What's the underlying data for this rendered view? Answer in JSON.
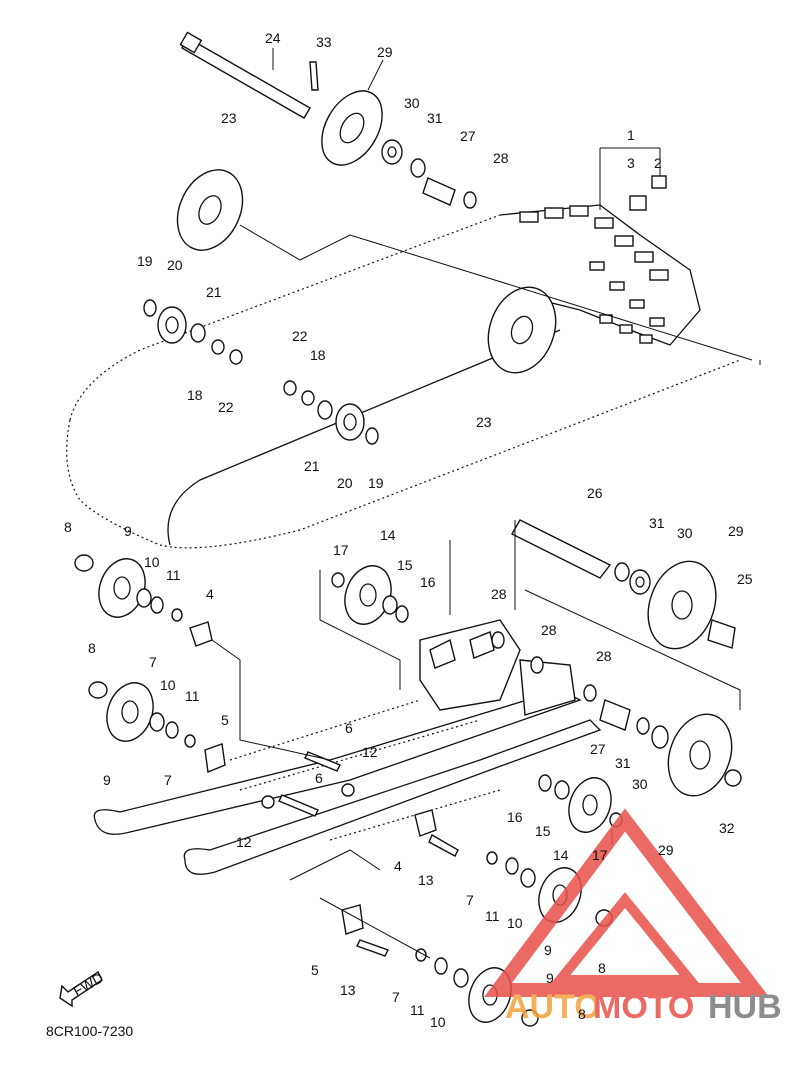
{
  "diagram": {
    "code": "8CR100-7230",
    "fwd_label": "FWD",
    "watermark": {
      "part1": "AUTO",
      "part2": "MOTO",
      "part3": "HUB",
      "color_red": "#e8524a",
      "color_orange": "#f2a23a",
      "color_gray": "#7a7a7a"
    },
    "labels": [
      {
        "id": "l24a",
        "text": "24"
      },
      {
        "id": "l33",
        "text": "33"
      },
      {
        "id": "l29a",
        "text": "29"
      },
      {
        "id": "l30a",
        "text": "30"
      },
      {
        "id": "l31a",
        "text": "31"
      },
      {
        "id": "l27a",
        "text": "27"
      },
      {
        "id": "l28a",
        "text": "28"
      },
      {
        "id": "l1",
        "text": "1"
      },
      {
        "id": "l3",
        "text": "3"
      },
      {
        "id": "l2",
        "text": "2"
      },
      {
        "id": "l23a",
        "text": "23"
      },
      {
        "id": "l19a",
        "text": "19"
      },
      {
        "id": "l20a",
        "text": "20"
      },
      {
        "id": "l21a",
        "text": "21"
      },
      {
        "id": "l18a",
        "text": "18"
      },
      {
        "id": "l22a",
        "text": "22"
      },
      {
        "id": "l22b",
        "text": "22"
      },
      {
        "id": "l18b",
        "text": "18"
      },
      {
        "id": "l21b",
        "text": "21"
      },
      {
        "id": "l20b",
        "text": "20"
      },
      {
        "id": "l19b",
        "text": "19"
      },
      {
        "id": "l23b",
        "text": "23"
      },
      {
        "id": "l8a",
        "text": "8"
      },
      {
        "id": "l9a",
        "text": "9"
      },
      {
        "id": "l10a",
        "text": "10"
      },
      {
        "id": "l11a",
        "text": "11"
      },
      {
        "id": "l4a",
        "text": "4"
      },
      {
        "id": "l7a",
        "text": "7"
      },
      {
        "id": "l17a",
        "text": "17"
      },
      {
        "id": "l14a",
        "text": "14"
      },
      {
        "id": "l15a",
        "text": "15"
      },
      {
        "id": "l16a",
        "text": "16"
      },
      {
        "id": "l26",
        "text": "26"
      },
      {
        "id": "l31b",
        "text": "31"
      },
      {
        "id": "l30b",
        "text": "30"
      },
      {
        "id": "l29b",
        "text": "29"
      },
      {
        "id": "l25",
        "text": "25"
      },
      {
        "id": "l28b",
        "text": "28"
      },
      {
        "id": "l28c",
        "text": "28"
      },
      {
        "id": "l28d",
        "text": "28"
      },
      {
        "id": "l8b",
        "text": "8"
      },
      {
        "id": "l10b",
        "text": "10"
      },
      {
        "id": "l11b",
        "text": "11"
      },
      {
        "id": "l9b",
        "text": "9"
      },
      {
        "id": "l7b",
        "text": "7"
      },
      {
        "id": "l5a",
        "text": "5"
      },
      {
        "id": "l6a",
        "text": "6"
      },
      {
        "id": "l12a",
        "text": "12"
      },
      {
        "id": "l6b",
        "text": "6"
      },
      {
        "id": "l12b",
        "text": "12"
      },
      {
        "id": "l27b",
        "text": "27"
      },
      {
        "id": "l31c",
        "text": "31"
      },
      {
        "id": "l30c",
        "text": "30"
      },
      {
        "id": "l29c",
        "text": "29"
      },
      {
        "id": "l32",
        "text": "32"
      },
      {
        "id": "l16b",
        "text": "16"
      },
      {
        "id": "l15b",
        "text": "15"
      },
      {
        "id": "l14b",
        "text": "14"
      },
      {
        "id": "l17b",
        "text": "17"
      },
      {
        "id": "l4b",
        "text": "4"
      },
      {
        "id": "l13a",
        "text": "13"
      },
      {
        "id": "l7c",
        "text": "7"
      },
      {
        "id": "l11c",
        "text": "11"
      },
      {
        "id": "l10c",
        "text": "10"
      },
      {
        "id": "l9c",
        "text": "9"
      },
      {
        "id": "l8c",
        "text": "8"
      },
      {
        "id": "l5b",
        "text": "5"
      },
      {
        "id": "l13b",
        "text": "13"
      },
      {
        "id": "l7d",
        "text": "7"
      },
      {
        "id": "l11d",
        "text": "11"
      },
      {
        "id": "l10d",
        "text": "10"
      },
      {
        "id": "l9d",
        "text": "9"
      },
      {
        "id": "l8d",
        "text": "8"
      }
    ]
  }
}
